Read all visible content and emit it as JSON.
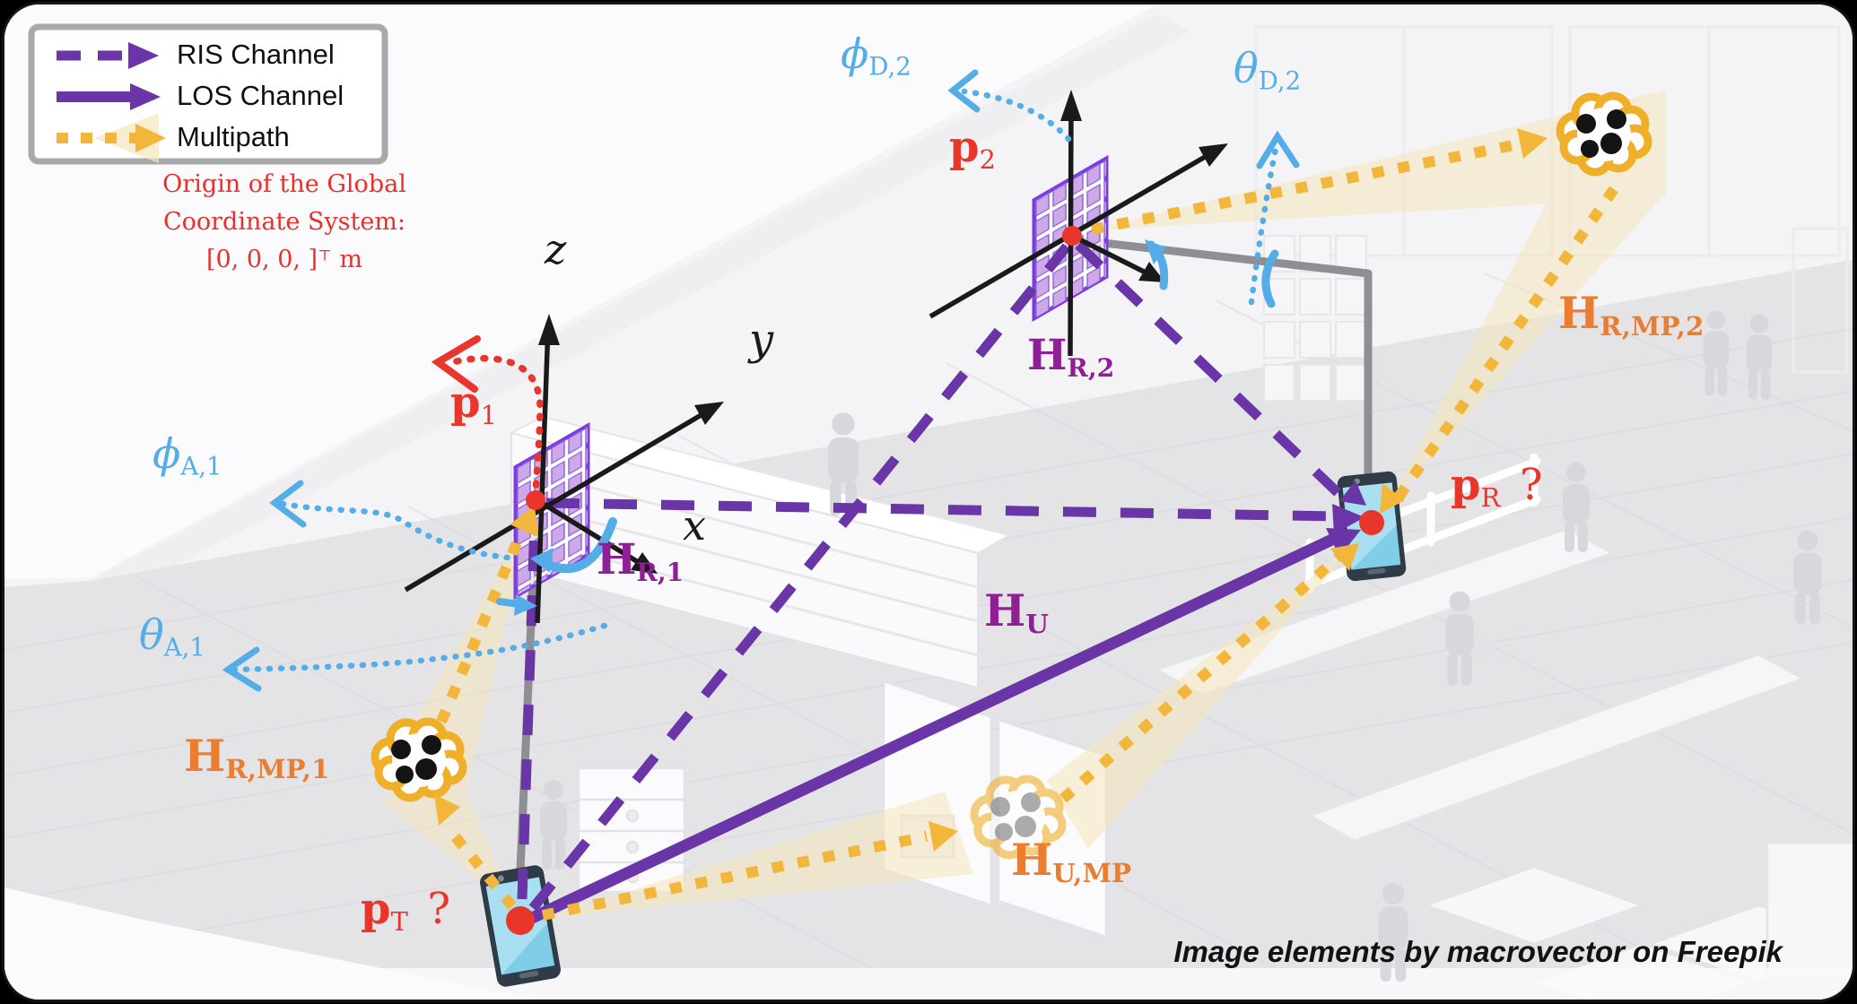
{
  "legend": {
    "items": [
      {
        "label": "RIS Channel",
        "style": "dashed-purple-arrow"
      },
      {
        "label": "LOS Channel",
        "style": "solid-purple-arrow"
      },
      {
        "label": "Multipath",
        "style": "dotted-gold-arrow"
      }
    ]
  },
  "origin_note": {
    "line1": "Origin of the Global",
    "line2": "Coordinate System:",
    "line3_bracket": "[0, 0, 0, ]",
    "line3_sup": "⊤",
    "line3_unit": "m"
  },
  "axes": {
    "x": "x",
    "y": "y",
    "z": "z"
  },
  "points": {
    "p1": {
      "main": "p",
      "sub": "1"
    },
    "p2": {
      "main": "p",
      "sub": "2"
    },
    "pT": {
      "main": "p",
      "sub": "T",
      "q": "?"
    },
    "pR": {
      "main": "p",
      "sub": "R",
      "q": "?"
    }
  },
  "channels": {
    "hr1": {
      "main": "H",
      "sub": "R,1"
    },
    "hr2": {
      "main": "H",
      "sub": "R,2"
    },
    "hu": {
      "main": "H",
      "sub": "U"
    },
    "hrmp1": {
      "main": "H",
      "sub": "R,MP,1"
    },
    "hrmp2": {
      "main": "H",
      "sub": "R,MP,2"
    },
    "hump": {
      "main": "H",
      "sub": "U,MP"
    }
  },
  "angles": {
    "phi_a1": {
      "main": "ϕ",
      "sub": "A,1"
    },
    "theta_a1": {
      "main": "θ",
      "sub": "A,1"
    },
    "phi_d2": {
      "main": "ϕ",
      "sub": "D,2"
    },
    "theta_d2": {
      "main": "θ",
      "sub": "D,2"
    }
  },
  "attribution": "Image elements by macrovector on Freepik",
  "colors": {
    "ris_channel_purple": "#6A35A6",
    "channel_label_purple": "#8E1F94",
    "multipath_gold": "#F2B63B",
    "multipath_cone": "#F5E6BC",
    "multipath_label_orange": "#EB7D31",
    "marker_red": "#E8362C",
    "angle_blue": "#55ADE8",
    "axis_black": "#1A1A1A",
    "legend_border_gray": "#A9A9AC"
  }
}
